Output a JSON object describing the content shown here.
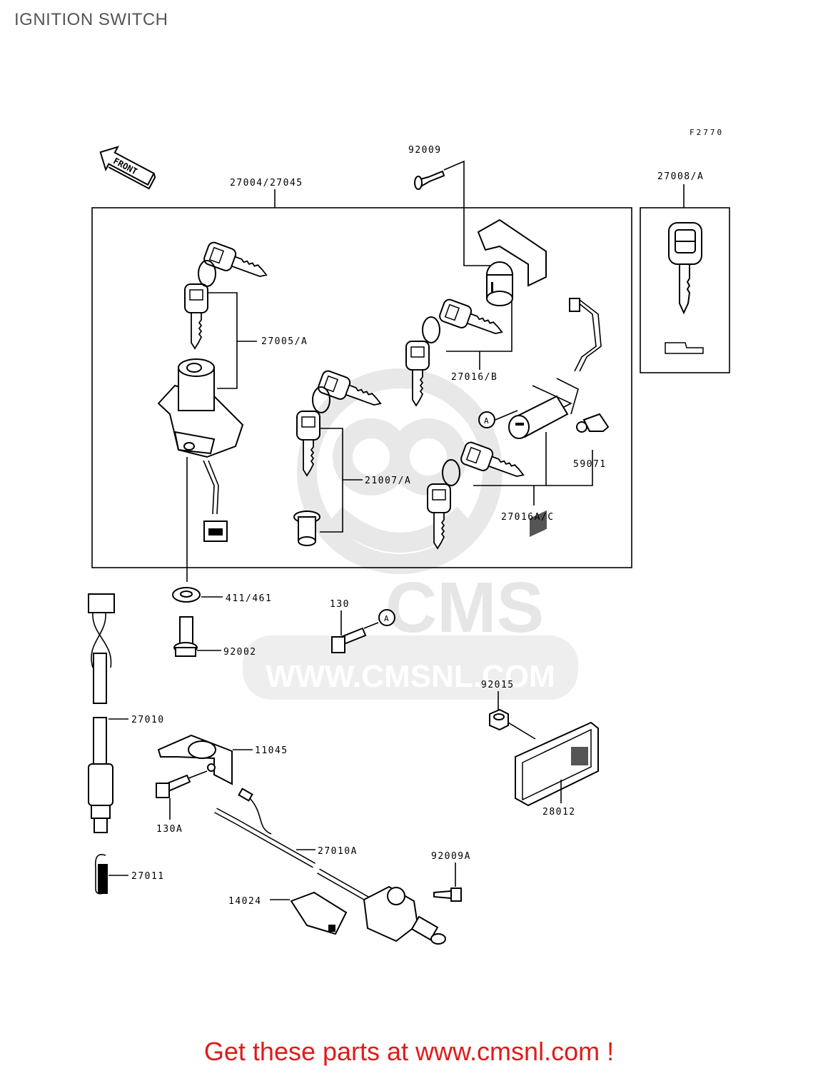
{
  "page": {
    "title": "IGNITION SWITCH"
  },
  "diagram": {
    "figure_code": "F2770",
    "front_label": "FRONT",
    "ref_marker": "A",
    "labels": {
      "p92009": "92009",
      "p27004": "27004/27045",
      "p27008": "27008/A",
      "p27005": "27005/A",
      "p27016b": "27016/B",
      "p21007": "21007/A",
      "p59071": "59071",
      "p27016ac": "27016A/C",
      "p411": "411/461",
      "p130": "130",
      "p92002": "92002",
      "p92015": "92015",
      "p27010": "27010",
      "p11045": "11045",
      "p130a": "130A",
      "p27010a": "27010A",
      "p92009a": "92009A",
      "p28012": "28012",
      "p27011": "27011",
      "p14024": "14024"
    }
  },
  "watermark": {
    "brand": "CMS",
    "url": "WWW.CMSNL.COM"
  },
  "promo": {
    "text": "Get these parts at www.cmsnl.com !"
  },
  "colors": {
    "promo": "#e01b1b",
    "watermark": "#e6e6e6",
    "title": "#555555"
  }
}
